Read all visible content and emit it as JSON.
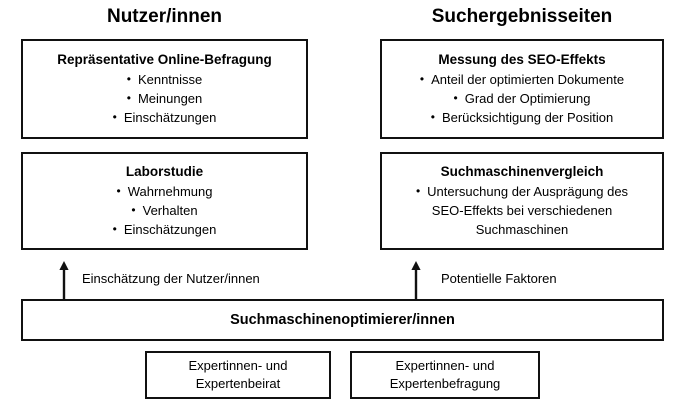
{
  "diagram": {
    "columns": [
      {
        "id": "nutzer",
        "title": "Nutzer/innen"
      },
      {
        "id": "suchergebnisseiten",
        "title": "Suchergebnisseiten"
      }
    ],
    "boxes": {
      "online_befragung": {
        "title": "Repräsentative Online-Befragung",
        "bullets": [
          "Kenntnisse",
          "Meinungen",
          "Einschätzungen"
        ]
      },
      "seo_messung": {
        "title": "Messung des SEO-Effekts",
        "bullets": [
          "Anteil der optimierten Dokumente",
          "Grad der Optimierung",
          "Berücksichtigung der Position"
        ]
      },
      "laborstudie": {
        "title": "Laborstudie",
        "bullets": [
          "Wahrnehmung",
          "Verhalten",
          "Einschätzungen"
        ]
      },
      "suchmaschinenvergleich": {
        "title": "Suchmaschinenvergleich",
        "bullets": [
          "Untersuchung der Ausprägung des SEO-Effekts bei verschiedenen Suchmaschinen"
        ]
      }
    },
    "wide_bar": {
      "label": "Suchmaschinenoptimierer/innen"
    },
    "bottom_boxes": [
      {
        "id": "expertenbeirat",
        "line1": "Expertinnen- und",
        "line2": "Expertenbeirat"
      },
      {
        "id": "expertenbefragung",
        "line1": "Expertinnen- und",
        "line2": "Expertenbefragung"
      }
    ],
    "arrows": [
      {
        "id": "left-arrow",
        "label": "Einschätzung der Nutzer/innen"
      },
      {
        "id": "right-arrow",
        "label": "Potentielle Faktoren"
      }
    ],
    "bullet_glyph": "•",
    "colors": {
      "stroke": "#111111",
      "background": "#ffffff",
      "text": "#000000"
    }
  }
}
